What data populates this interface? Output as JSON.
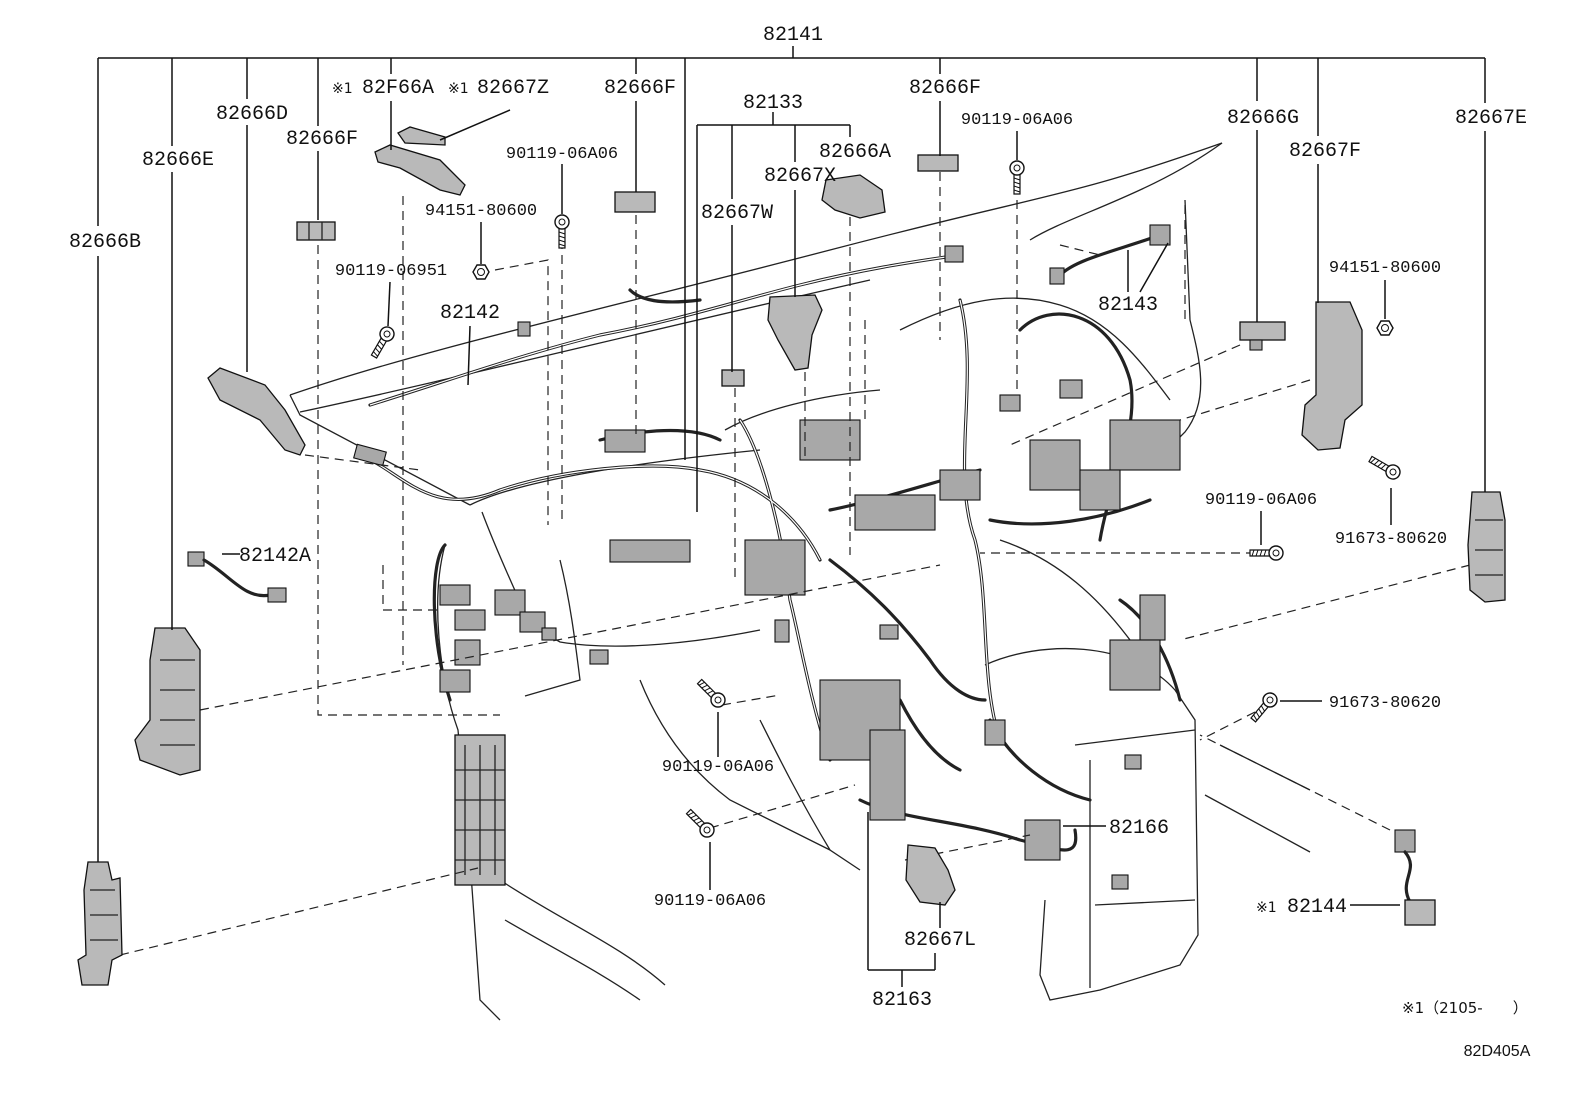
{
  "diagram": {
    "assembly_number": "82141",
    "sub_assembly_number": "82133",
    "illustration_code": "82D405A",
    "footnote": "※1（2105-　　）",
    "note_mark": "※1"
  },
  "callouts": {
    "c_82666B": "82666B",
    "c_82666E": "82666E",
    "c_82666D": "82666D",
    "c_82666F_left": "82666F",
    "c_82F66A": "82F66A",
    "c_82667Z": "82667Z",
    "c_82666F_mid": "82666F",
    "c_90119_06A06_top": "90119-06A06",
    "c_94151_80600_left": "94151-80600",
    "c_90119_06951": "90119-06951",
    "c_82142": "82142",
    "c_82142A": "82142A",
    "c_82666A": "82666A",
    "c_82667X": "82667X",
    "c_82667W": "82667W",
    "c_82666F_right": "82666F",
    "c_90119_06A06_right_top": "90119-06A06",
    "c_82666G": "82666G",
    "c_82667F": "82667F",
    "c_82667E": "82667E",
    "c_94151_80600_right": "94151-80600",
    "c_82143": "82143",
    "c_90119_06A06_right": "90119-06A06",
    "c_91673_80620_upper": "91673-80620",
    "c_91673_80620_lower": "91673-80620",
    "c_90119_06A06_center": "90119-06A06",
    "c_82166": "82166",
    "c_90119_06A06_bottom": "90119-06A06",
    "c_82144": "82144",
    "c_82667L": "82667L",
    "c_82163": "82163"
  }
}
